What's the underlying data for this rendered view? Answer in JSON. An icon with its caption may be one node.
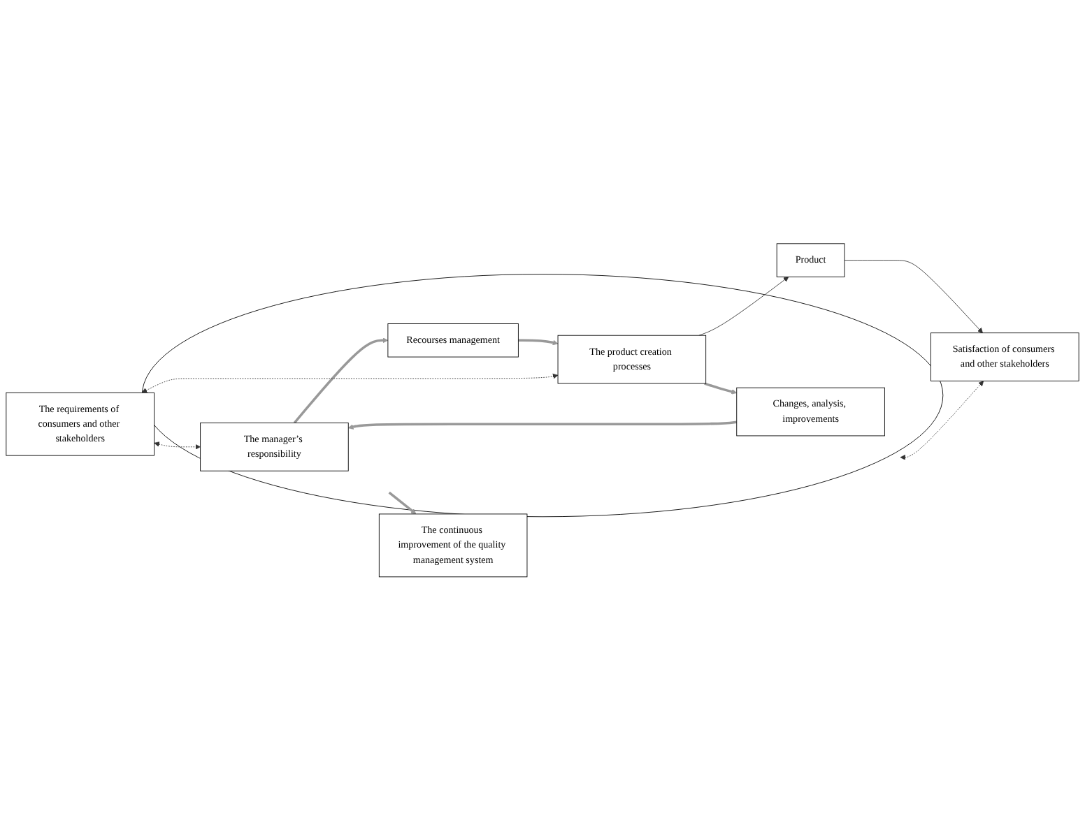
{
  "diagram": {
    "nodes": [
      {
        "text": [
          "The continuous improvement of the quality management system"
        ]
      },
      {
        "text": [
          "The requirements of consumers and other stakeholders"
        ]
      },
      {
        "text": [],
        "shape": "circle"
      },
      {
        "text": [
          "The manager’s responsibility"
        ],
        "in": 2
      },
      {
        "text": [
          "Recourses management"
        ],
        "in": 2
      },
      {
        "text": [
          "Changes, analysis, improvements"
        ],
        "in": 2
      },
      {
        "text": [
          "The product creation processes"
        ],
        "in": 2
      },
      {
        "text": [
          "Product"
        ]
      },
      {
        "text": [
          "Satisfaction of consumers and other stakeholders"
        ]
      }
    ],
    "edges": [
      {
        "from": 1,
        "to": 3,
        "arrow": "both",
        "style": "dashed"
      },
      {
        "from": 3,
        "to": 4,
        "arrow": "to",
        "color": "#999999"
      },
      {
        "from": 4,
        "to": 6,
        "arrow": "to",
        "color": "#999999"
      },
      {
        "from": 6,
        "to": 5,
        "arrow": "to",
        "color": "#999999"
      },
      {
        "from": 5,
        "to": 3,
        "arrow": "to",
        "color": "#999999"
      },
      {
        "from": 1,
        "to": 6,
        "arrow": "both",
        "style": "dashed"
      },
      {
        "from": 6,
        "to": 7,
        "arrow": "to"
      },
      {
        "from": 7,
        "to": 8,
        "arrow": "to"
      },
      {
        "from": 2,
        "to": 8,
        "arrow": "both",
        "style": "dashed"
      },
      {
        "from": 2,
        "to": 0,
        "arrow": "to",
        "color": "#999999"
      }
    ]
  }
}
